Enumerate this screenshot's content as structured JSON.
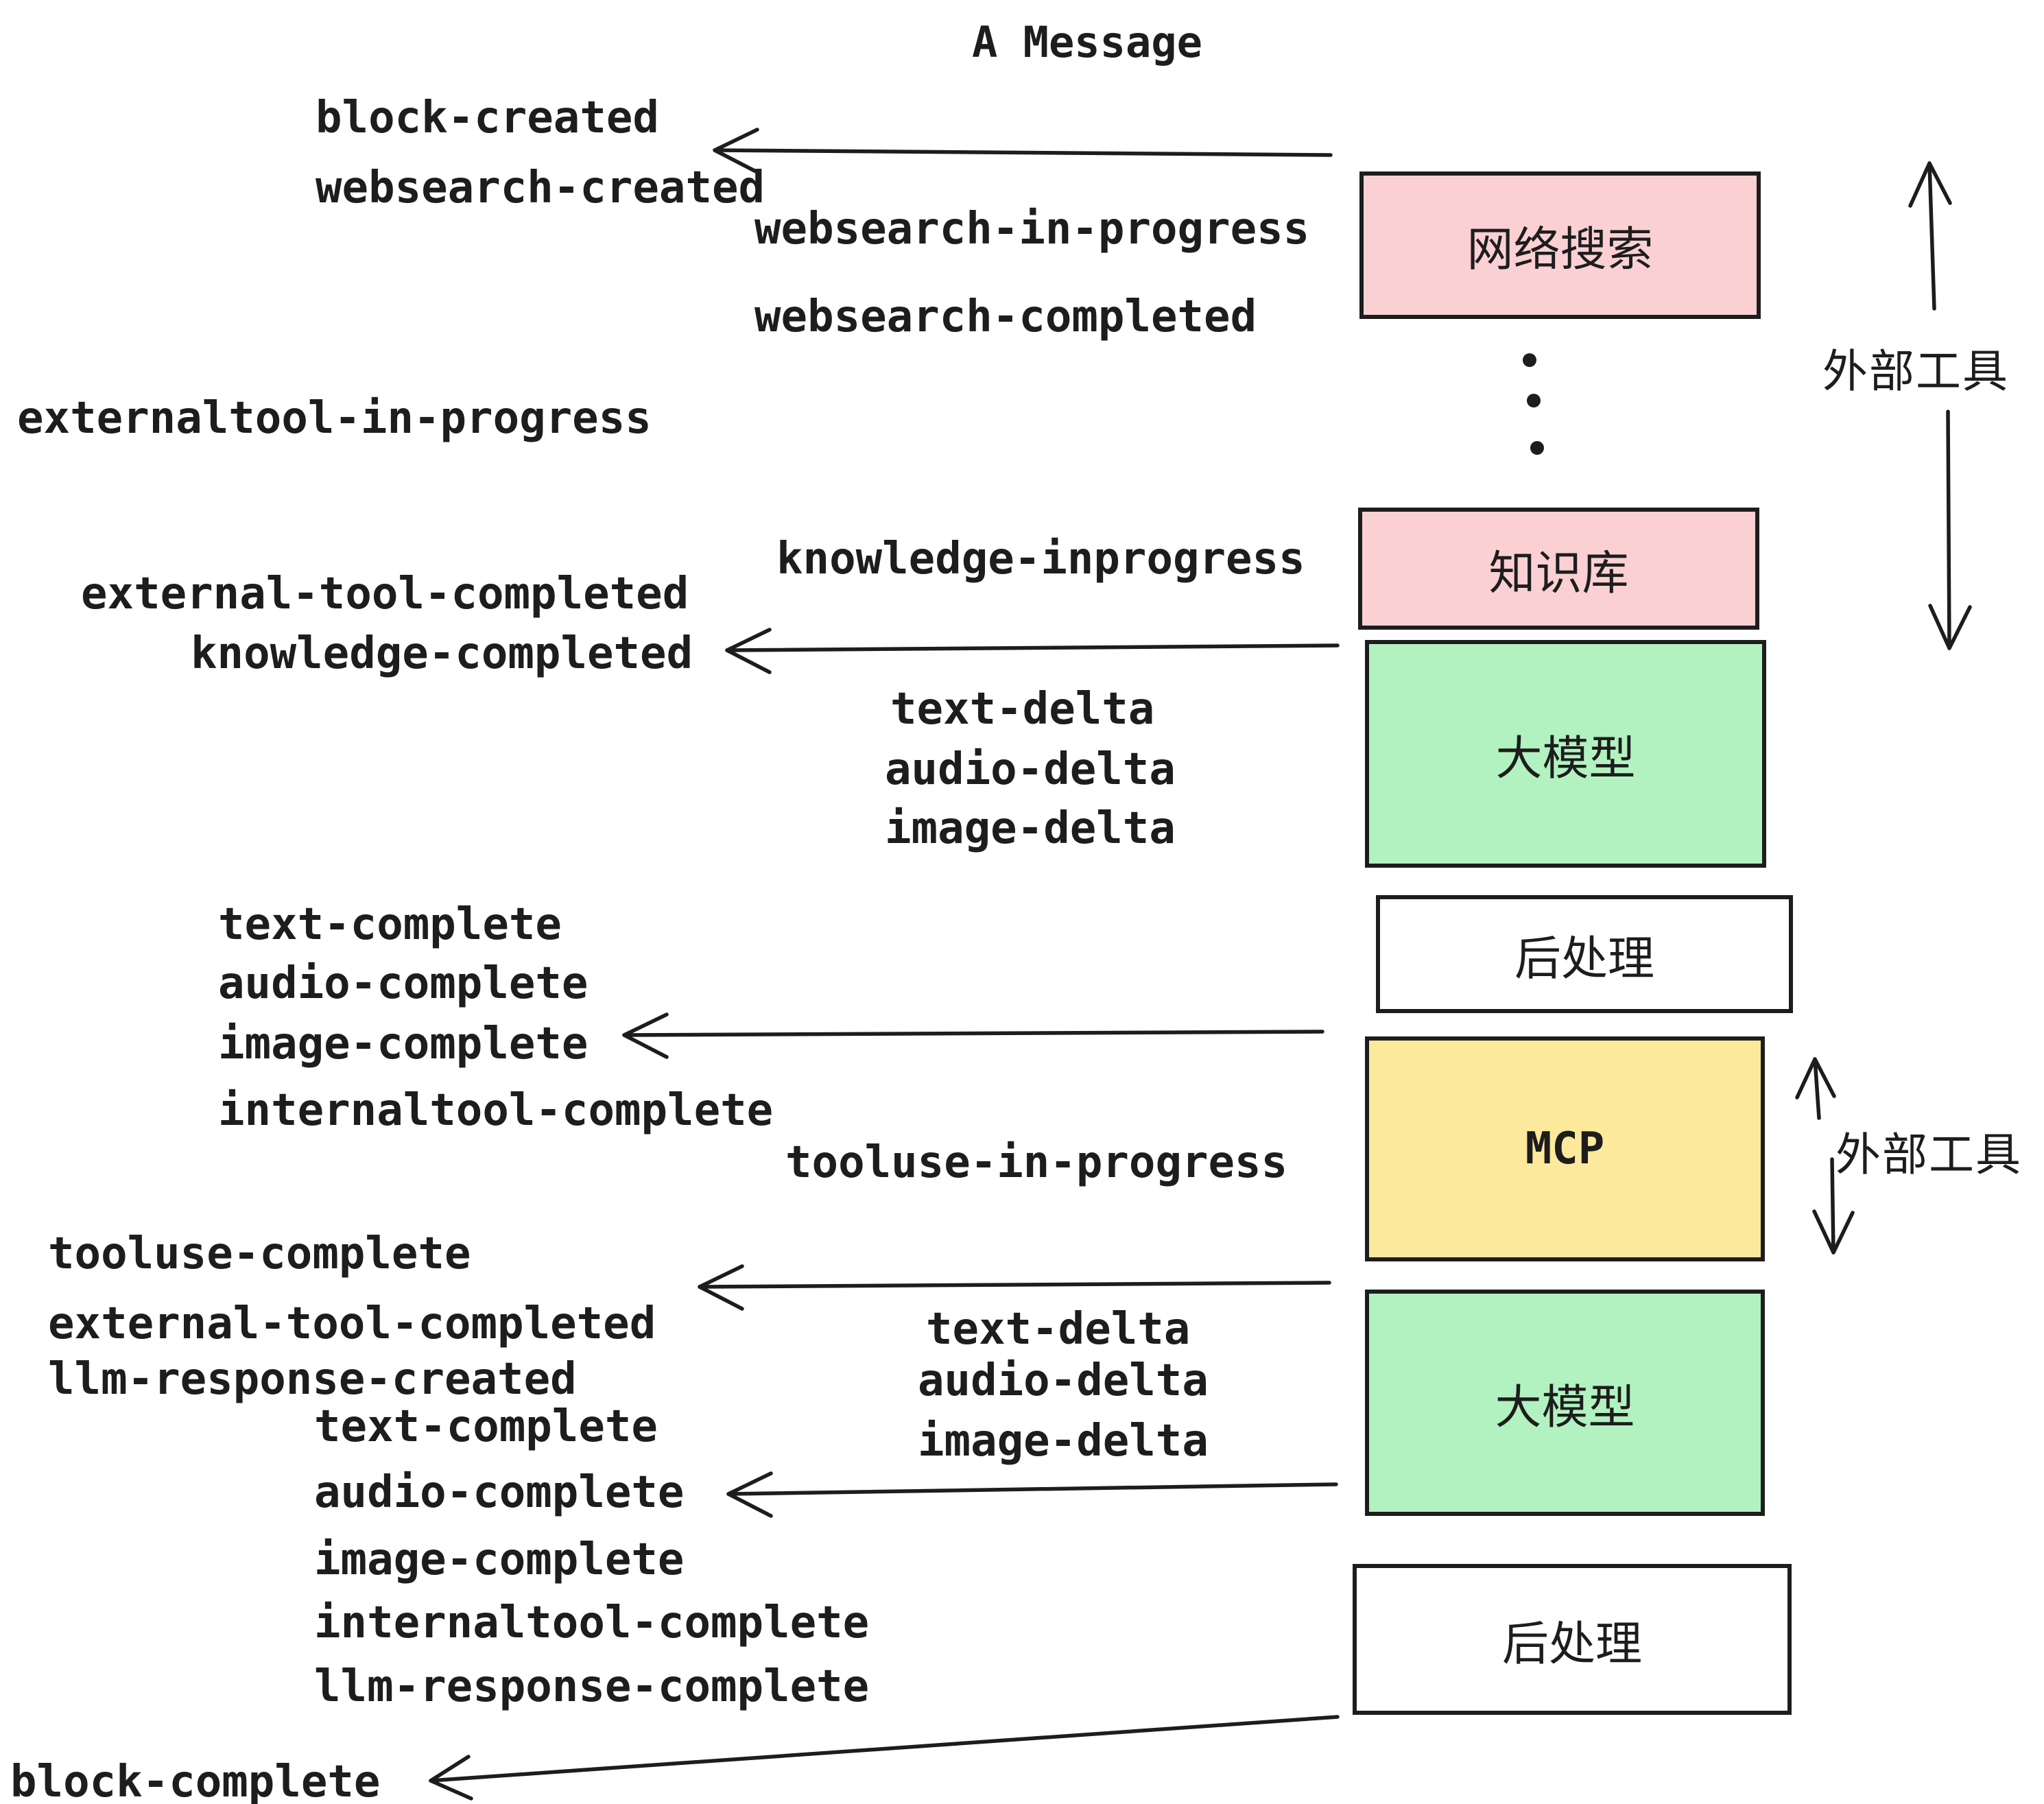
{
  "title": "A Message",
  "colors": {
    "ink": "#1D1D1D",
    "box_pink": "#FBD0D3",
    "box_green": "#B2F2C0",
    "box_yellow": "#FDE99B",
    "box_white": "#FFFFFF",
    "background": "#FFFFFF"
  },
  "boxes": [
    {
      "id": "websearch",
      "label": "网络搜索"
    },
    {
      "id": "knowledge",
      "label": "知识库"
    },
    {
      "id": "llm-1",
      "label": "大模型"
    },
    {
      "id": "postprocess-1",
      "label": "后处理"
    },
    {
      "id": "mcp",
      "label": "MCP"
    },
    {
      "id": "llm-2",
      "label": "大模型"
    },
    {
      "id": "postprocess-2",
      "label": "后处理"
    }
  ],
  "side_labels": {
    "external_tools_top": "外部工具",
    "external_tools_mid": "外部工具"
  },
  "events": [
    {
      "label": "block-created"
    },
    {
      "label": "websearch-created"
    },
    {
      "label": "websearch-in-progress"
    },
    {
      "label": "websearch-completed"
    },
    {
      "label": "externaltool-in-progress"
    },
    {
      "label": "knowledge-inprogress"
    },
    {
      "label": "external-tool-completed"
    },
    {
      "label": "knowledge-completed"
    },
    {
      "label": "text-delta"
    },
    {
      "label": "audio-delta"
    },
    {
      "label": "image-delta"
    },
    {
      "label": "text-complete"
    },
    {
      "label": "audio-complete"
    },
    {
      "label": "image-complete"
    },
    {
      "label": "internaltool-complete"
    },
    {
      "label": "tooluse-in-progress"
    },
    {
      "label": "tooluse-complete"
    },
    {
      "label": "external-tool-completed"
    },
    {
      "label": "llm-response-created"
    },
    {
      "label": "text-delta"
    },
    {
      "label": "audio-delta"
    },
    {
      "label": "image-delta"
    },
    {
      "label": "text-complete"
    },
    {
      "label": "audio-complete"
    },
    {
      "label": "image-complete"
    },
    {
      "label": "internaltool-complete"
    },
    {
      "label": "llm-response-complete"
    },
    {
      "label": "block-complete"
    }
  ]
}
